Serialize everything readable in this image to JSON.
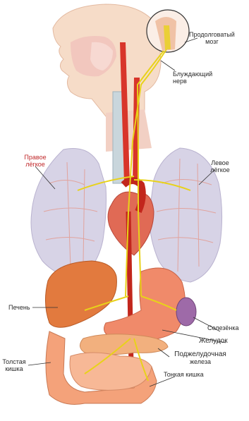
{
  "labels": {
    "medulla": "Продолговатый мозг",
    "medulla_l1": "Продолговатый",
    "medulla_l2": "мозг",
    "vagus": "Блуждающий нерв",
    "vagus_l1": "Блуждающий",
    "vagus_l2": "нерв",
    "right_lung": "Правое лёгкое",
    "right_lung_l1": "Правое",
    "right_lung_l2": "лёгкое",
    "left_lung": "Левое лёгкое",
    "left_lung_l1": "Левое",
    "left_lung_l2": "лёгкое",
    "liver": "Печень",
    "spleen": "Селезёнка",
    "stomach": "Желудок",
    "pancreas": "Поджелудочная железа",
    "pancreas_l1": "Поджелудочная",
    "pancreas_l2": "железа",
    "colon": "Толстая кишка",
    "colon_l1": "Толстая",
    "colon_l2": "кишка",
    "small_intestine": "Тонкая кишка"
  },
  "colors": {
    "nerve": "#e8d21a",
    "artery": "#d8352a",
    "lung": "#d7d3e6",
    "heart": "#e06a55",
    "liver": "#e27a3e",
    "stomach": "#f08a6a",
    "spleen": "#9e6aa8",
    "intestine": "#f4a27a",
    "skin": "#f6dcc8"
  }
}
